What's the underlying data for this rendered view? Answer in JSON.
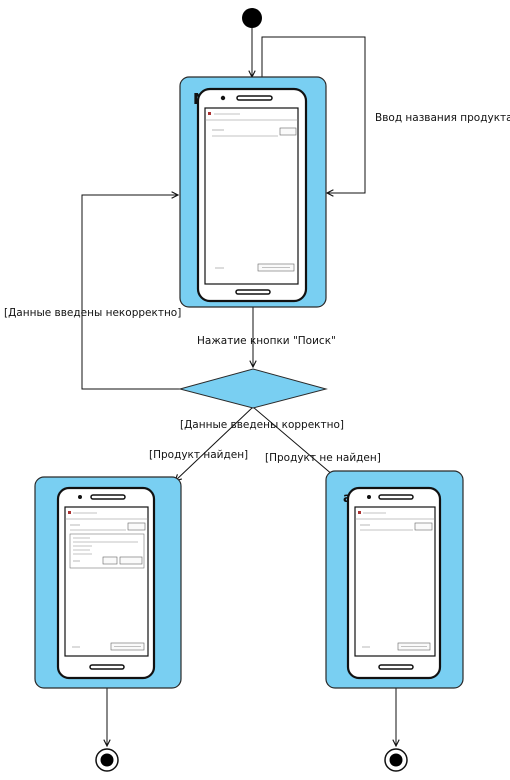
{
  "diagram": {
    "labels": {
      "product_name_input": "Ввод названия продукта",
      "invalid_data": "[Данные введены некорректно]",
      "search_click": "Нажатие кнопки \"Поиск\"",
      "valid_data": "[Данные введены корректно]",
      "product_found": "[Продукт найден]",
      "product_not_found": "[Продукт не найден]"
    },
    "state_tags": {
      "main": "М",
      "not_found": "а"
    }
  },
  "colors": {
    "state_fill": "#79CFF2",
    "decision_fill": "#79CFF2",
    "line": "#111111"
  }
}
